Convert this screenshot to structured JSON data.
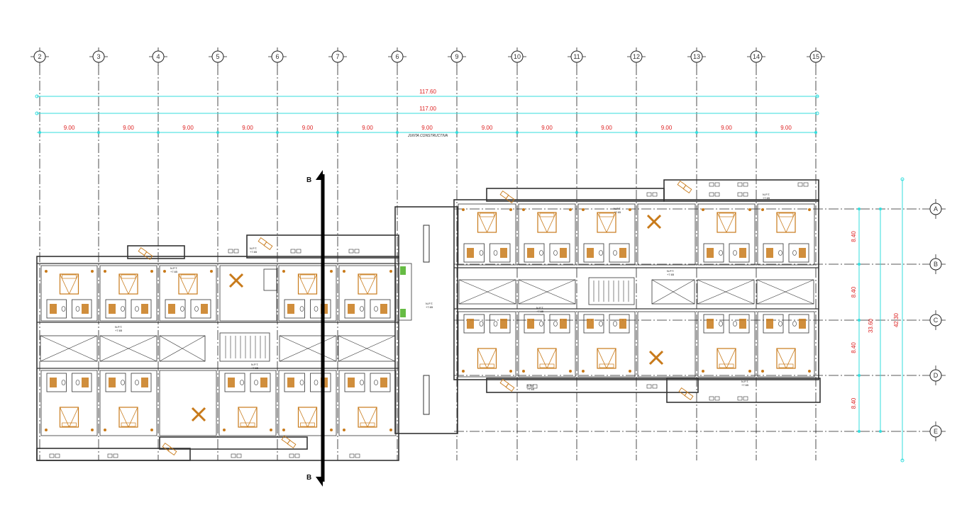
{
  "plan": {
    "column_axes": [
      "2",
      "3",
      "4",
      "5",
      "6",
      "7",
      "6",
      "9",
      "10",
      "11",
      "12",
      "13",
      "14",
      "15"
    ],
    "row_axes": [
      "A",
      "B",
      "C",
      "D",
      "E"
    ],
    "overall_dims": [
      "117.60",
      "117.00"
    ],
    "bay_dims": [
      "9.00",
      "9.00",
      "9.00",
      "9.00",
      "9.00",
      "9.00",
      "9.00",
      "9.00",
      "9.00",
      "9.00",
      "9.00",
      "9.00",
      "9.00"
    ],
    "joint_label": "JUNTA  CONSTRUCTIVA",
    "row_dims": [
      "8.40",
      "8.40",
      "8.40",
      "8.40"
    ],
    "total_dim_inner": "33.60",
    "total_dim_outer": "42.30",
    "section_mark": "B",
    "level_label": "N.P.T.",
    "level_value": "+7.65"
  },
  "colors": {
    "grid_line": "#222222",
    "dimension_line": "#33dddd",
    "dimension_text": "#dd2222",
    "wall": "#333333",
    "furniture": "#c87a1a",
    "section_line": "#000000"
  }
}
